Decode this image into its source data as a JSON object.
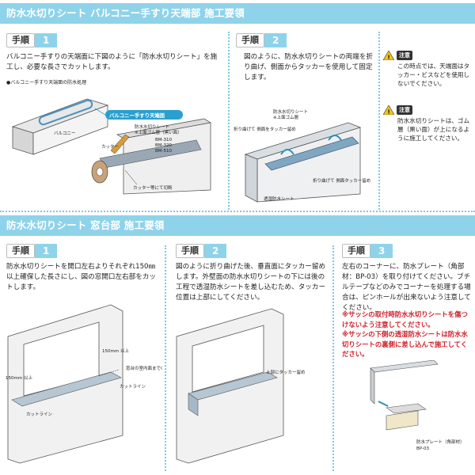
{
  "section1": {
    "title": "防水水切りシート バルコニー手すり天端部 施工要領",
    "step1": {
      "label": "手順",
      "num": "1",
      "text": "バルコニー手すりの天端面に下図のように「防水水切りシート」を施工し、必要な長さでカットします。",
      "diagram_title": "●バルコニー手すり天端面の防水処理",
      "callout": "バルコニー手すり天端面",
      "labels": {
        "balcony": "バルコニー",
        "sheet": "防水水切りシート",
        "butyl": "※上面ゴム層（黒い面）",
        "bm1": "BM-310",
        "bm2": "BM-320",
        "bm3": "BM-510",
        "cutter": "カッター",
        "cut": "カッター等にて切断"
      }
    },
    "step2": {
      "label": "手順",
      "num": "2",
      "text": "図のように、防水水切りシートの両端を折り曲げ、側面からタッカーを使用して固定します。",
      "labels": {
        "sheet": "防水水切りシート",
        "butyl": "※上面ゴム層",
        "fold": "折り曲げて 側面をタッカー留め",
        "fold2": "折り曲げて 側面タッカー留め",
        "permeable": "透湿防水シート"
      }
    },
    "notes": [
      {
        "tag": "注意",
        "text": "この時点では、天端面はタッカー・ビスなどを使用しないでください。"
      },
      {
        "tag": "注意",
        "text": "防水水切りシートは、ゴム層（黒い面）が上になるように施工してください。"
      }
    ]
  },
  "section2": {
    "title": "防水水切りシート 窓台部 施工要領",
    "step1": {
      "label": "手順",
      "num": "1",
      "text": "防水水切りシートを開口左右よりそれぞれ150㎜以上確保した長さにし、図の窓開口左右部をカットします。",
      "labels": {
        "dim1": "150mm 以上",
        "dim2": "150mm 以上",
        "depth": "窓台の室内面までの寸法",
        "cutline": "カットライン",
        "cutline2": "カットライン"
      }
    },
    "step2": {
      "label": "手順",
      "num": "2",
      "text": "図のように折り曲げた後、垂直面にタッカー留めします。外壁面の防水水切りシートの下には後の工程で透湿防水シートを差し込むため、タッカー位置は上部にしてください。",
      "labels": {
        "tacker": "上部にタッカー留め"
      }
    },
    "step3": {
      "label": "手順",
      "num": "3",
      "text": "左右のコーナーに、防水プレート（角部材：BP-03）を取り付けてください。ブチルテープなどのみでコーナーを処理する場合は、ピンホールが出来ないよう注意してください。",
      "warn1": "※サッシの取付時防水水切りシートを傷つけないよう注意してください。",
      "warn2": "※サッシの下側の透湿防水シートは防水水切りシートの裏側に差し込んで施工してください。",
      "labels": {
        "plate": "防水プレート（角部材）",
        "code": "BP-03"
      }
    }
  }
}
